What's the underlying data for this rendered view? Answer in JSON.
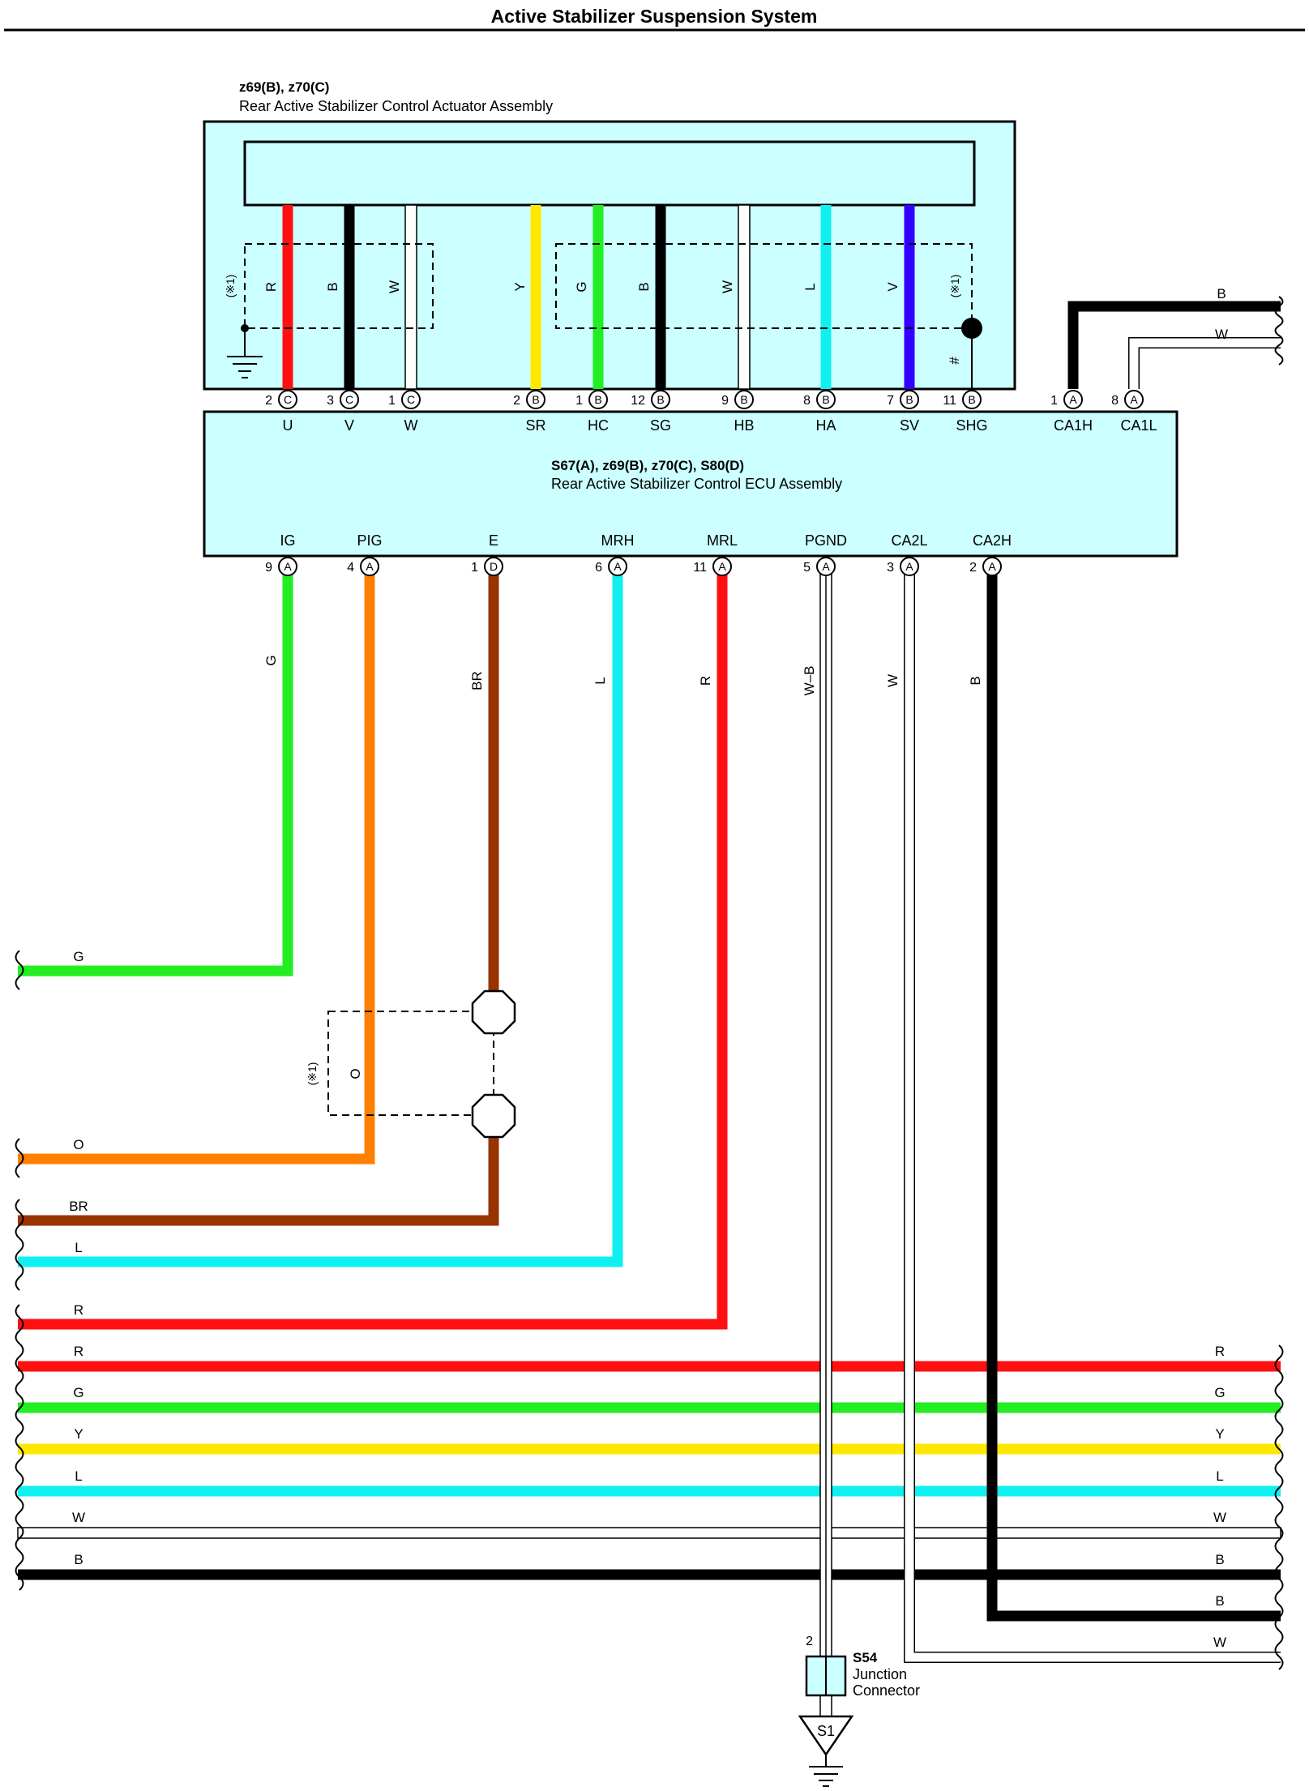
{
  "title": "Active Stabilizer Suspension System",
  "actuator": {
    "id_label": "z69(B), z70(C)",
    "name": "Rear Active Stabilizer Control Actuator Assembly",
    "shield_note": "(※1)",
    "shield_mark": "#"
  },
  "ecu": {
    "id_label": "S67(A), z69(B), z70(C), S80(D)",
    "name": "Rear Active Stabilizer Control ECU Assembly",
    "top_pins": [
      {
        "num": "2",
        "conn": "C",
        "name": "U",
        "color": "R"
      },
      {
        "num": "3",
        "conn": "C",
        "name": "V",
        "color": "B"
      },
      {
        "num": "1",
        "conn": "C",
        "name": "W",
        "color": "W"
      },
      {
        "num": "2",
        "conn": "B",
        "name": "SR",
        "color": "Y"
      },
      {
        "num": "1",
        "conn": "B",
        "name": "HC",
        "color": "G"
      },
      {
        "num": "12",
        "conn": "B",
        "name": "SG",
        "color": "B"
      },
      {
        "num": "9",
        "conn": "B",
        "name": "HB",
        "color": "W"
      },
      {
        "num": "8",
        "conn": "B",
        "name": "HA",
        "color": "L"
      },
      {
        "num": "7",
        "conn": "B",
        "name": "SV",
        "color": "V"
      },
      {
        "num": "11",
        "conn": "B",
        "name": "SHG",
        "color": ""
      },
      {
        "num": "1",
        "conn": "A",
        "name": "CA1H",
        "color": "B"
      },
      {
        "num": "8",
        "conn": "A",
        "name": "CA1L",
        "color": "W"
      }
    ],
    "bottom_pins": [
      {
        "num": "9",
        "conn": "A",
        "name": "IG",
        "color": "G"
      },
      {
        "num": "4",
        "conn": "A",
        "name": "PIG",
        "color": "O"
      },
      {
        "num": "1",
        "conn": "D",
        "name": "E",
        "color": "BR"
      },
      {
        "num": "6",
        "conn": "A",
        "name": "MRH",
        "color": "L"
      },
      {
        "num": "11",
        "conn": "A",
        "name": "MRL",
        "color": "R"
      },
      {
        "num": "5",
        "conn": "A",
        "name": "PGND",
        "color": "W–B"
      },
      {
        "num": "3",
        "conn": "A",
        "name": "CA2L",
        "color": "W"
      },
      {
        "num": "2",
        "conn": "A",
        "name": "CA2H",
        "color": "B"
      }
    ]
  },
  "left_wire_labels": [
    "G",
    "O",
    "BR",
    "L",
    "R"
  ],
  "pig_shield": {
    "note": "(※1)",
    "color": "O"
  },
  "bus": [
    {
      "color_code": "R",
      "hex": "#ff1010"
    },
    {
      "color_code": "G",
      "hex": "#22ee22"
    },
    {
      "color_code": "Y",
      "hex": "#ffe800"
    },
    {
      "color_code": "L",
      "hex": "#10f0f0"
    },
    {
      "color_code": "W",
      "hex": "#ffffff"
    },
    {
      "color_code": "B",
      "hex": "#000000"
    }
  ],
  "right_extra_labels": {
    "top_b": "B",
    "top_w": "W",
    "bottom_b": "B",
    "bottom_w": "W"
  },
  "junction": {
    "id": "S54",
    "line1": "Junction",
    "line2": "Connector",
    "pin": "2",
    "ground": "S1"
  },
  "colors": {
    "box_fill": "#ccffff",
    "red": "#ff1010",
    "black": "#000000",
    "white": "#ffffff",
    "yellow": "#ffe800",
    "green": "#22ee22",
    "cyan": "#10f0f0",
    "violet": "#3300ff",
    "orange": "#ff8000",
    "brown": "#993300"
  }
}
